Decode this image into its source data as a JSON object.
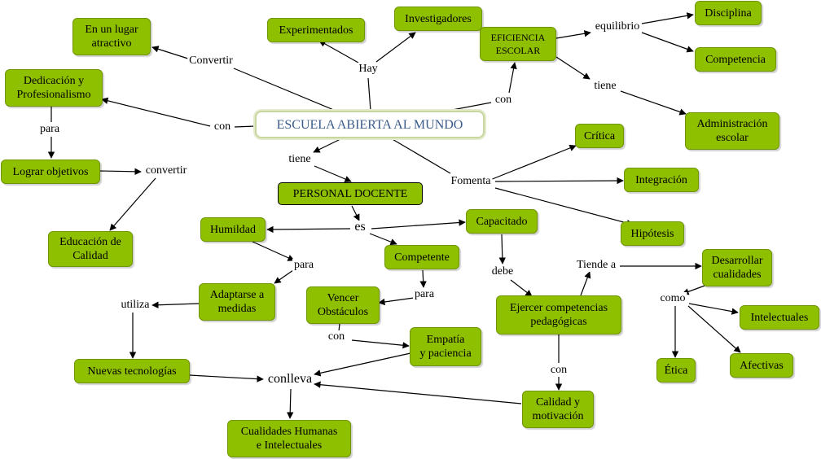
{
  "nodes": {
    "escuela": "ESCUELA ABIERTA AL MUNDO",
    "lugar": "En un lugar\natractivo",
    "dedicacion": "Dedicación y\nProfesionalismo",
    "lograr": "Lograr objetivos",
    "educacion": "Educación de\nCalidad",
    "experimentados": "Experimentados",
    "investigadores": "Investigadores",
    "eficiencia": "EFICIENCIA\nESCOLAR",
    "disciplina": "Disciplina",
    "competencia": "Competencia",
    "administracion": "Administración\nescolar",
    "critica": "Crítica",
    "integracion": "Integración",
    "hipotesis": "Hipótesis",
    "personal": "PERSONAL DOCENTE",
    "humildad": "Humildad",
    "capacitado": "Capacitado",
    "competente": "Competente",
    "adaptarse": "Adaptarse a\nmedidas",
    "vencer": "Vencer\nObstáculos",
    "ejercer": "Ejercer competencias\npedagógicas",
    "desarrollar": "Desarrollar\ncualidades",
    "intelectuales": "Intelectuales",
    "etica": "Ética",
    "afectivas": "Afectivas",
    "empatia": "Empatía\ny paciencia",
    "nuevas": "Nuevas tecnologías",
    "calidad": "Calidad y\nmotivación",
    "cualidades": "Cualidades Humanas\ne Intelectuales"
  },
  "links": {
    "convertir1": "Convertir",
    "hay": "Hay",
    "con1": "con",
    "con2": "con",
    "para1": "para",
    "convertir2": "convertir",
    "equilibrio": "equilibrio",
    "tiene1": "tiene",
    "tiene2": "tiene",
    "fomenta": "Fomenta",
    "es": "es",
    "para2": "para",
    "para3": "para",
    "debe": "debe",
    "tiende": "Tiende a",
    "como": "como",
    "utiliza": "utiliza",
    "con3": "con",
    "con4": "con",
    "conlleva": "conlleva"
  }
}
